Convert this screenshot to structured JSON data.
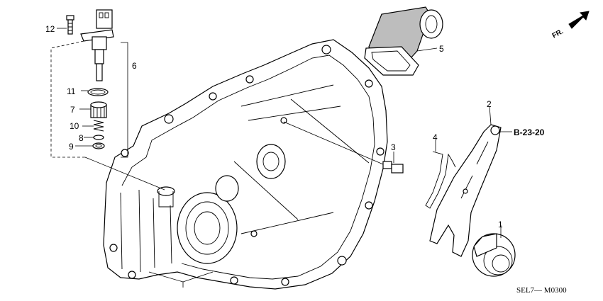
{
  "callouts": [
    {
      "id": "1",
      "text": "1"
    },
    {
      "id": "2",
      "text": "2"
    },
    {
      "id": "3",
      "text": "3"
    },
    {
      "id": "4",
      "text": "4"
    },
    {
      "id": "5",
      "text": "5"
    },
    {
      "id": "6",
      "text": "6"
    },
    {
      "id": "7",
      "text": "7"
    },
    {
      "id": "8",
      "text": "8"
    },
    {
      "id": "9",
      "text": "9"
    },
    {
      "id": "10",
      "text": "10"
    },
    {
      "id": "11",
      "text": "11"
    },
    {
      "id": "12",
      "text": "12"
    }
  ],
  "reference": "B-23-20",
  "direction_label": "FR.",
  "diagram_code": "SEL7— M0300"
}
